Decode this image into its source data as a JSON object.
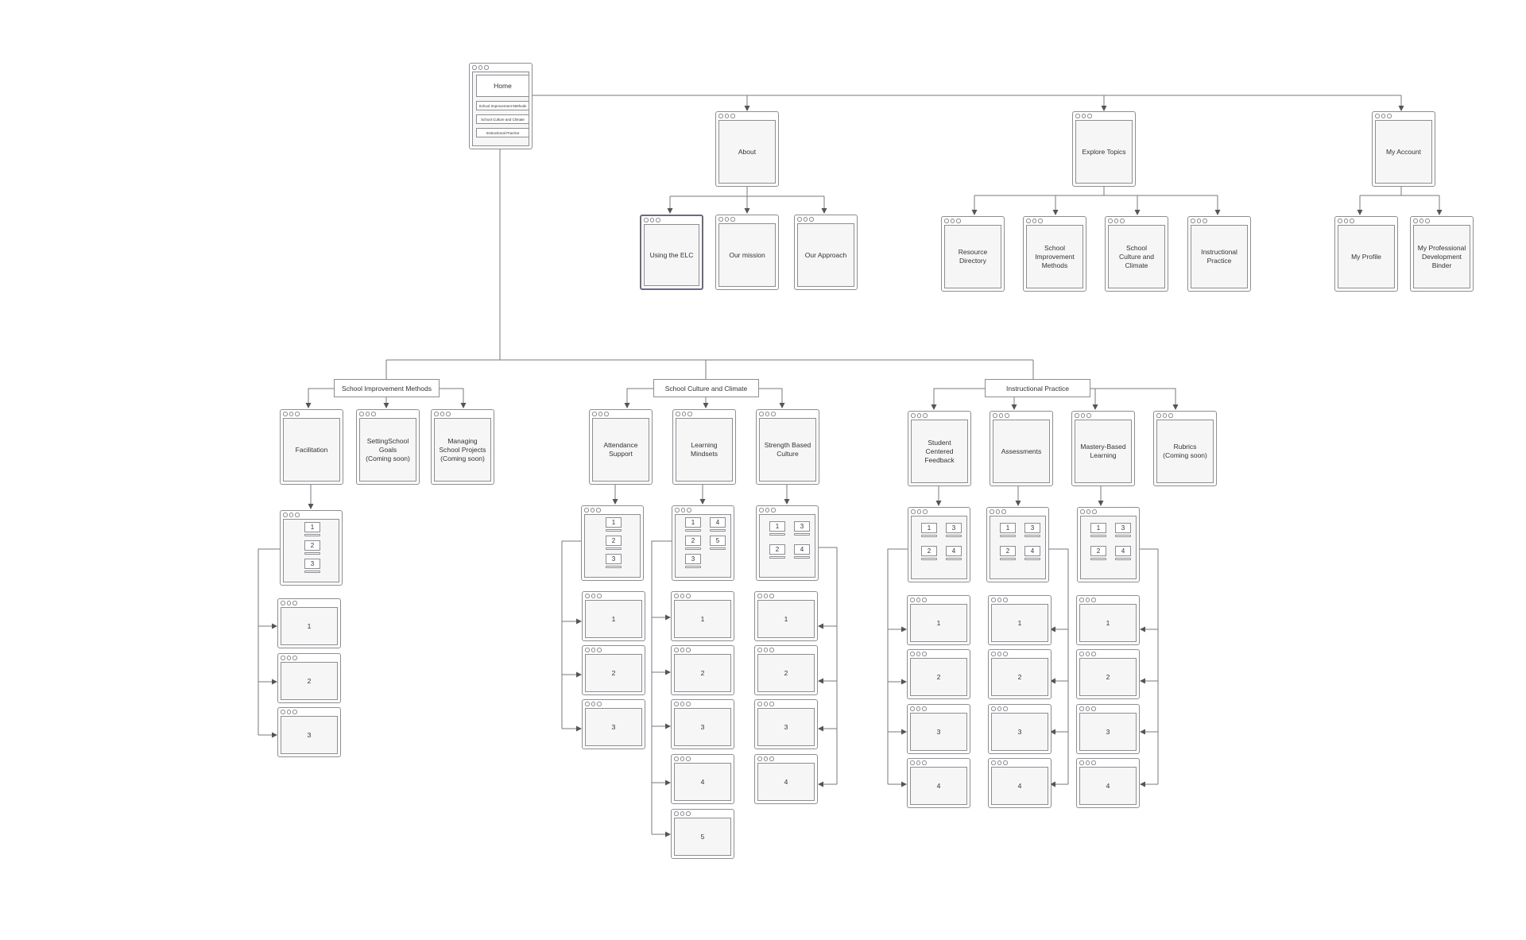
{
  "home": {
    "title": "Home",
    "links": [
      "School Improvement Methods",
      "School Culture and Climate",
      "Instructional Practice"
    ]
  },
  "top": {
    "about": "About",
    "explore": "Explore Topics",
    "account": "My Account"
  },
  "about_children": [
    "Using the ELC",
    "Our mission",
    "Our Approach"
  ],
  "explore_children": [
    "Resource\nDirectory",
    "School\nImprovement\nMethods",
    "School\nCulture and\nClimate",
    "Instructional\nPractice"
  ],
  "account_children": [
    "My Profile",
    "My Professional\nDevelopment\nBinder"
  ],
  "sections": {
    "sim": "School Improvement Methods",
    "scc": "School Culture and Climate",
    "ip": "Instructional Practice"
  },
  "sim_pages": [
    "Facilitation",
    "SettingSchool\nGoals\n(Coming soon)",
    "Managing\nSchool Projects\n(Coming soon)"
  ],
  "scc_pages": [
    "Attendance\nSupport",
    "Learning\nMindsets",
    "Strength Based\nCulture"
  ],
  "ip_pages": [
    "Student\nCentered\nFeedback",
    "Assessments",
    "Mastery-Based\nLearning",
    "Rubrics\n(Coming soon)"
  ],
  "lesson_numbers": [
    "1",
    "2",
    "3",
    "4",
    "5"
  ]
}
